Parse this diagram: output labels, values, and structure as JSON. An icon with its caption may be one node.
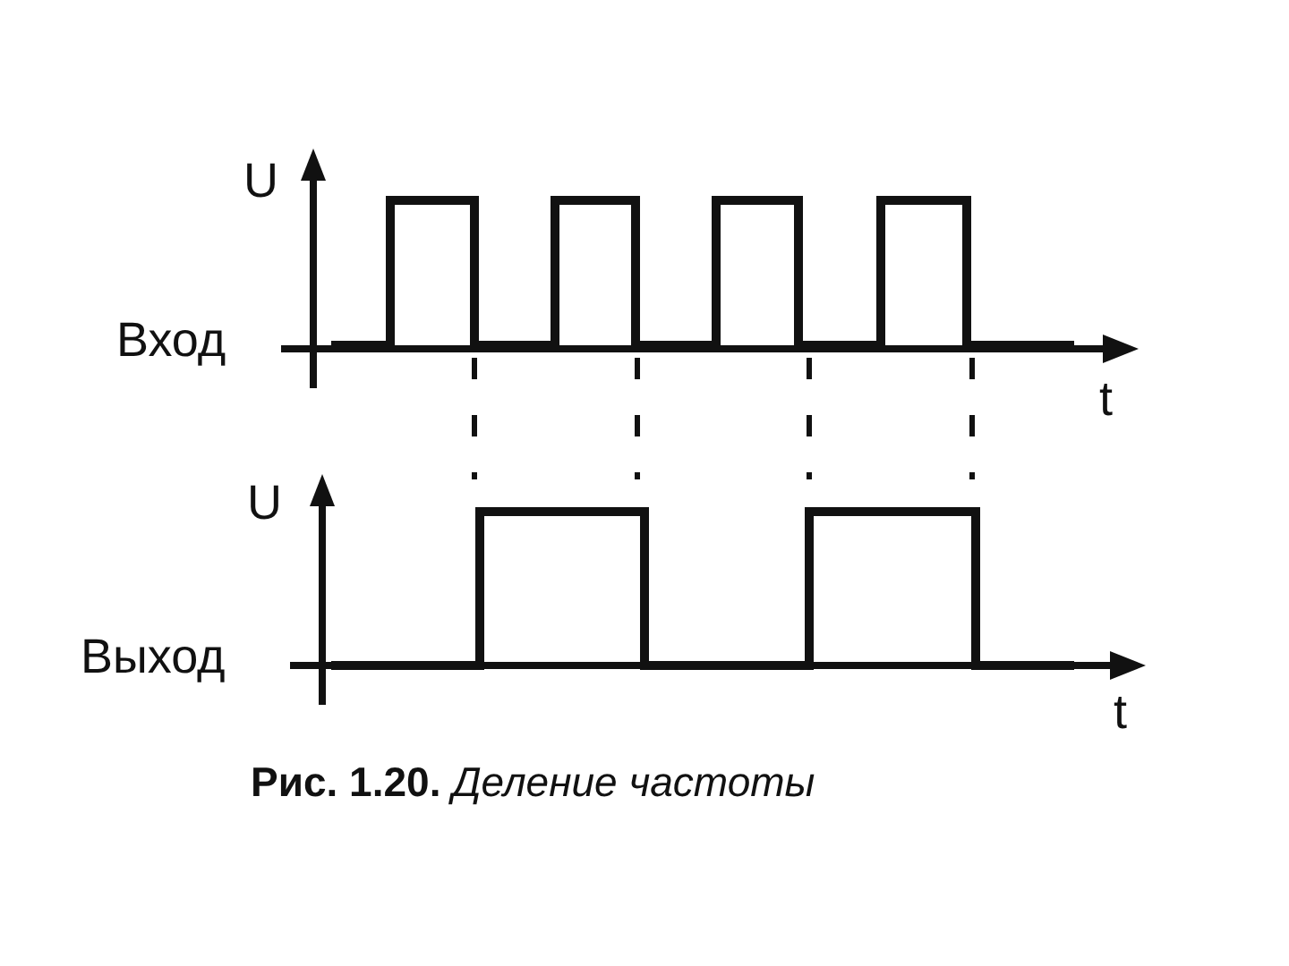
{
  "diagram": {
    "caption": "**Рис. 1.20.** *Деление частоты*",
    "labels": [
      "U",
      "Вход",
      "t",
      "U",
      "Выход",
      "t"
    ]
  }
}
